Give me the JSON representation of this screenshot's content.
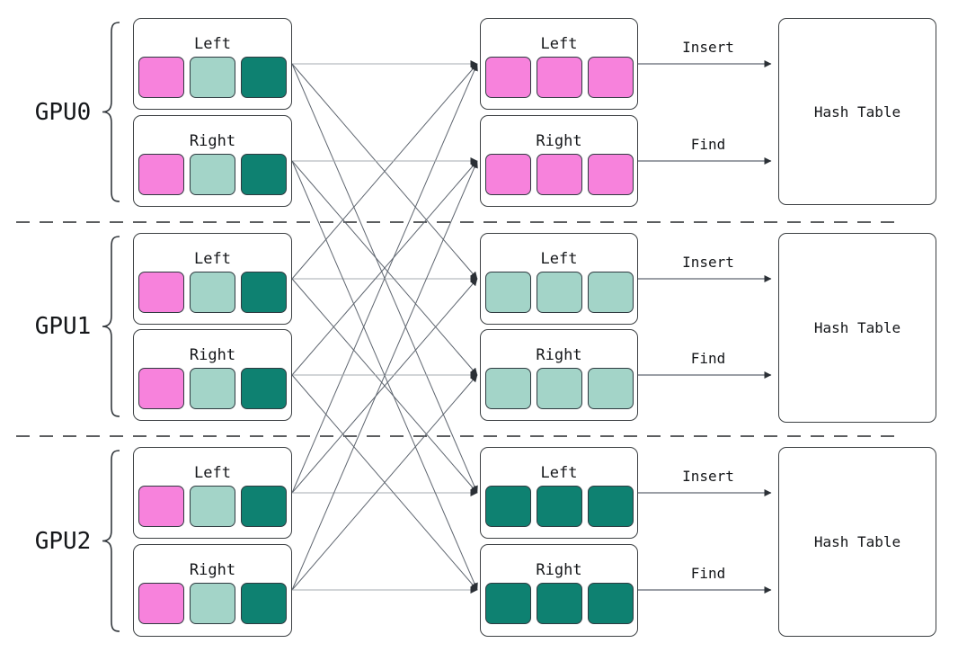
{
  "diagram": {
    "colors": {
      "pink": "#f782dc",
      "light_teal": "#a3d4c8",
      "dark_teal": "#0e8171",
      "fan_line": "#5f6670",
      "fan_line_horizontal": "#a6abb0",
      "separator": "#26292c",
      "arrowhead": "#2b3036"
    },
    "rows": [
      {
        "gpu": "GPU0",
        "source_left": {
          "label": "Left",
          "colors": [
            "#f782dc",
            "#a3d4c8",
            "#0e8171"
          ]
        },
        "source_right": {
          "label": "Right",
          "colors": [
            "#f782dc",
            "#a3d4c8",
            "#0e8171"
          ]
        },
        "dest_left": {
          "label": "Left",
          "colors": [
            "#f782dc",
            "#f782dc",
            "#f782dc"
          ]
        },
        "dest_right": {
          "label": "Right",
          "colors": [
            "#f782dc",
            "#f782dc",
            "#f782dc"
          ]
        },
        "insert": "Insert",
        "find": "Find",
        "hash": "Hash Table"
      },
      {
        "gpu": "GPU1",
        "source_left": {
          "label": "Left",
          "colors": [
            "#f782dc",
            "#a3d4c8",
            "#0e8171"
          ]
        },
        "source_right": {
          "label": "Right",
          "colors": [
            "#f782dc",
            "#a3d4c8",
            "#0e8171"
          ]
        },
        "dest_left": {
          "label": "Left",
          "colors": [
            "#a3d4c8",
            "#a3d4c8",
            "#a3d4c8"
          ]
        },
        "dest_right": {
          "label": "Right",
          "colors": [
            "#a3d4c8",
            "#a3d4c8",
            "#a3d4c8"
          ]
        },
        "insert": "Insert",
        "find": "Find",
        "hash": "Hash Table"
      },
      {
        "gpu": "GPU2",
        "source_left": {
          "label": "Left",
          "colors": [
            "#f782dc",
            "#a3d4c8",
            "#0e8171"
          ]
        },
        "source_right": {
          "label": "Right",
          "colors": [
            "#f782dc",
            "#a3d4c8",
            "#0e8171"
          ]
        },
        "dest_left": {
          "label": "Left",
          "colors": [
            "#0e8171",
            "#0e8171",
            "#0e8171"
          ]
        },
        "dest_right": {
          "label": "Right",
          "colors": [
            "#0e8171",
            "#0e8171",
            "#0e8171"
          ]
        },
        "insert": "Insert",
        "find": "Find",
        "hash": "Hash Table"
      }
    ]
  }
}
